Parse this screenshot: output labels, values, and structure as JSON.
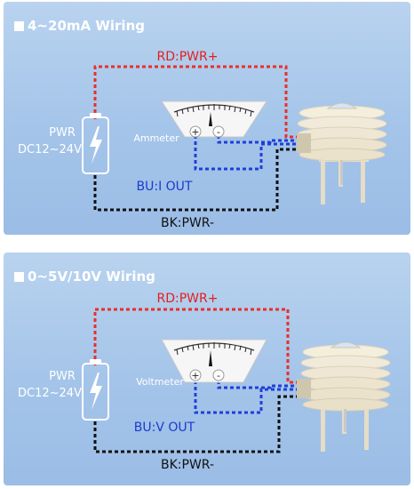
{
  "panels": [
    {
      "title": "4~20mA Wiring",
      "red_label": "RD:PWR+",
      "blue_label": "BU:I OUT",
      "black_label": "BK:PWR-",
      "power_label_1": "PWR",
      "power_label_2": "DC12~24V",
      "meter_label": "Ammeter",
      "plus": "+",
      "minus": "-"
    },
    {
      "title": "0~5V/10V Wiring",
      "red_label": "RD:PWR+",
      "blue_label": "BU:V OUT",
      "black_label": "BK:PWR-",
      "power_label_1": "PWR",
      "power_label_2": "DC12~24V",
      "meter_label": "Voltmeter",
      "plus": "+",
      "minus": "-"
    }
  ],
  "colors": {
    "panel_bg": "#a9c8ea",
    "title": "#ffffff",
    "red_wire": "#e8302b",
    "blue_wire": "#1f3fd8",
    "black_wire": "#111111",
    "red_text": "#e02020",
    "blue_text": "#1a3ccc",
    "black_text": "#111111",
    "power_text": "#ffffff",
    "meter_face": "#f7f7f7",
    "sensor_body": "#f2ebd8"
  },
  "icons": [
    "battery-icon",
    "lightning-icon",
    "meter-needle-icon",
    "sensor-shield-icon"
  ]
}
